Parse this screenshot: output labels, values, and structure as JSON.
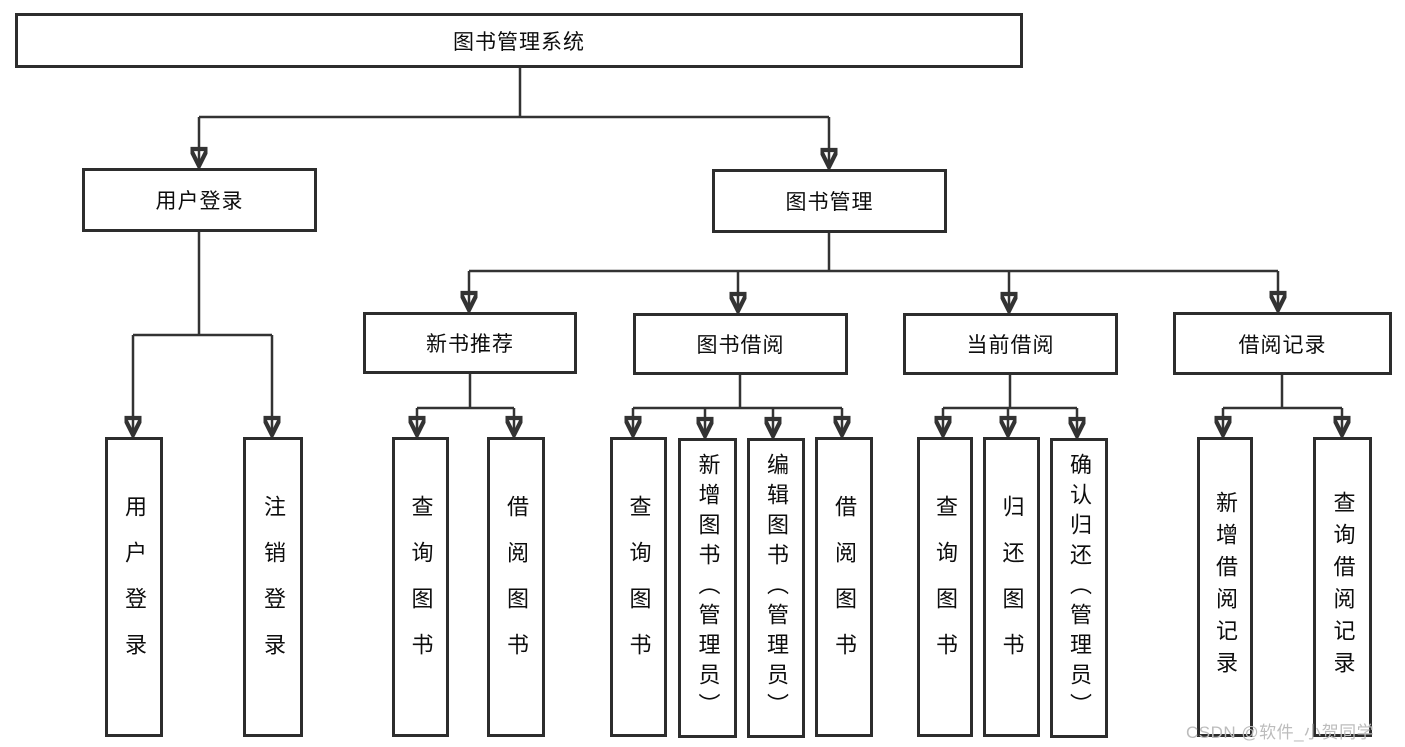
{
  "diagram_title": "图书管理系统",
  "nodes": {
    "root": {
      "label": "图书管理系统"
    },
    "user_login": {
      "label": "用户登录"
    },
    "book_mgmt": {
      "label": "图书管理"
    },
    "new_book_rec": {
      "label": "新书推荐"
    },
    "book_borrow": {
      "label": "图书借阅"
    },
    "current_borrow": {
      "label": "当前借阅"
    },
    "borrow_records": {
      "label": "借阅记录"
    },
    "leaf_user_login": {
      "label": "用户登录"
    },
    "leaf_logout": {
      "label": "注销登录"
    },
    "leaf_rec_query_books": {
      "label": "查询图书"
    },
    "leaf_rec_borrow_books": {
      "label": "借阅图书"
    },
    "leaf_bb_query_books": {
      "label": "查询图书"
    },
    "leaf_bb_add_books": {
      "label": "新增图书（管理员）"
    },
    "leaf_bb_edit_books": {
      "label": "编辑图书（管理员）"
    },
    "leaf_bb_borrow_books": {
      "label": "借阅图书"
    },
    "leaf_cb_query_books": {
      "label": "查询图书"
    },
    "leaf_cb_return_books": {
      "label": "归还图书"
    },
    "leaf_cb_confirm_return": {
      "label": "确认归还（管理员）"
    },
    "leaf_br_add_record": {
      "label": "新增借阅记录"
    },
    "leaf_br_query_record": {
      "label": "查询借阅记录"
    }
  },
  "hierarchy": {
    "图书管理系统": [
      "用户登录",
      "图书管理"
    ],
    "用户登录": [
      "用户登录",
      "注销登录"
    ],
    "图书管理": [
      "新书推荐",
      "图书借阅",
      "当前借阅",
      "借阅记录"
    ],
    "新书推荐": [
      "查询图书",
      "借阅图书"
    ],
    "图书借阅": [
      "查询图书",
      "新增图书（管理员）",
      "编辑图书（管理员）",
      "借阅图书"
    ],
    "当前借阅": [
      "查询图书",
      "归还图书",
      "确认归还（管理员）"
    ],
    "借阅记录": [
      "新增借阅记录",
      "查询借阅记录"
    ]
  },
  "watermark": {
    "text": "CSDN @软件_小贺同学",
    "color": "#bcbcbc"
  },
  "colors": {
    "line": "#333333",
    "box_border": "#2d2d2d",
    "text": "#0d0d0d",
    "background": "#ffffff"
  }
}
